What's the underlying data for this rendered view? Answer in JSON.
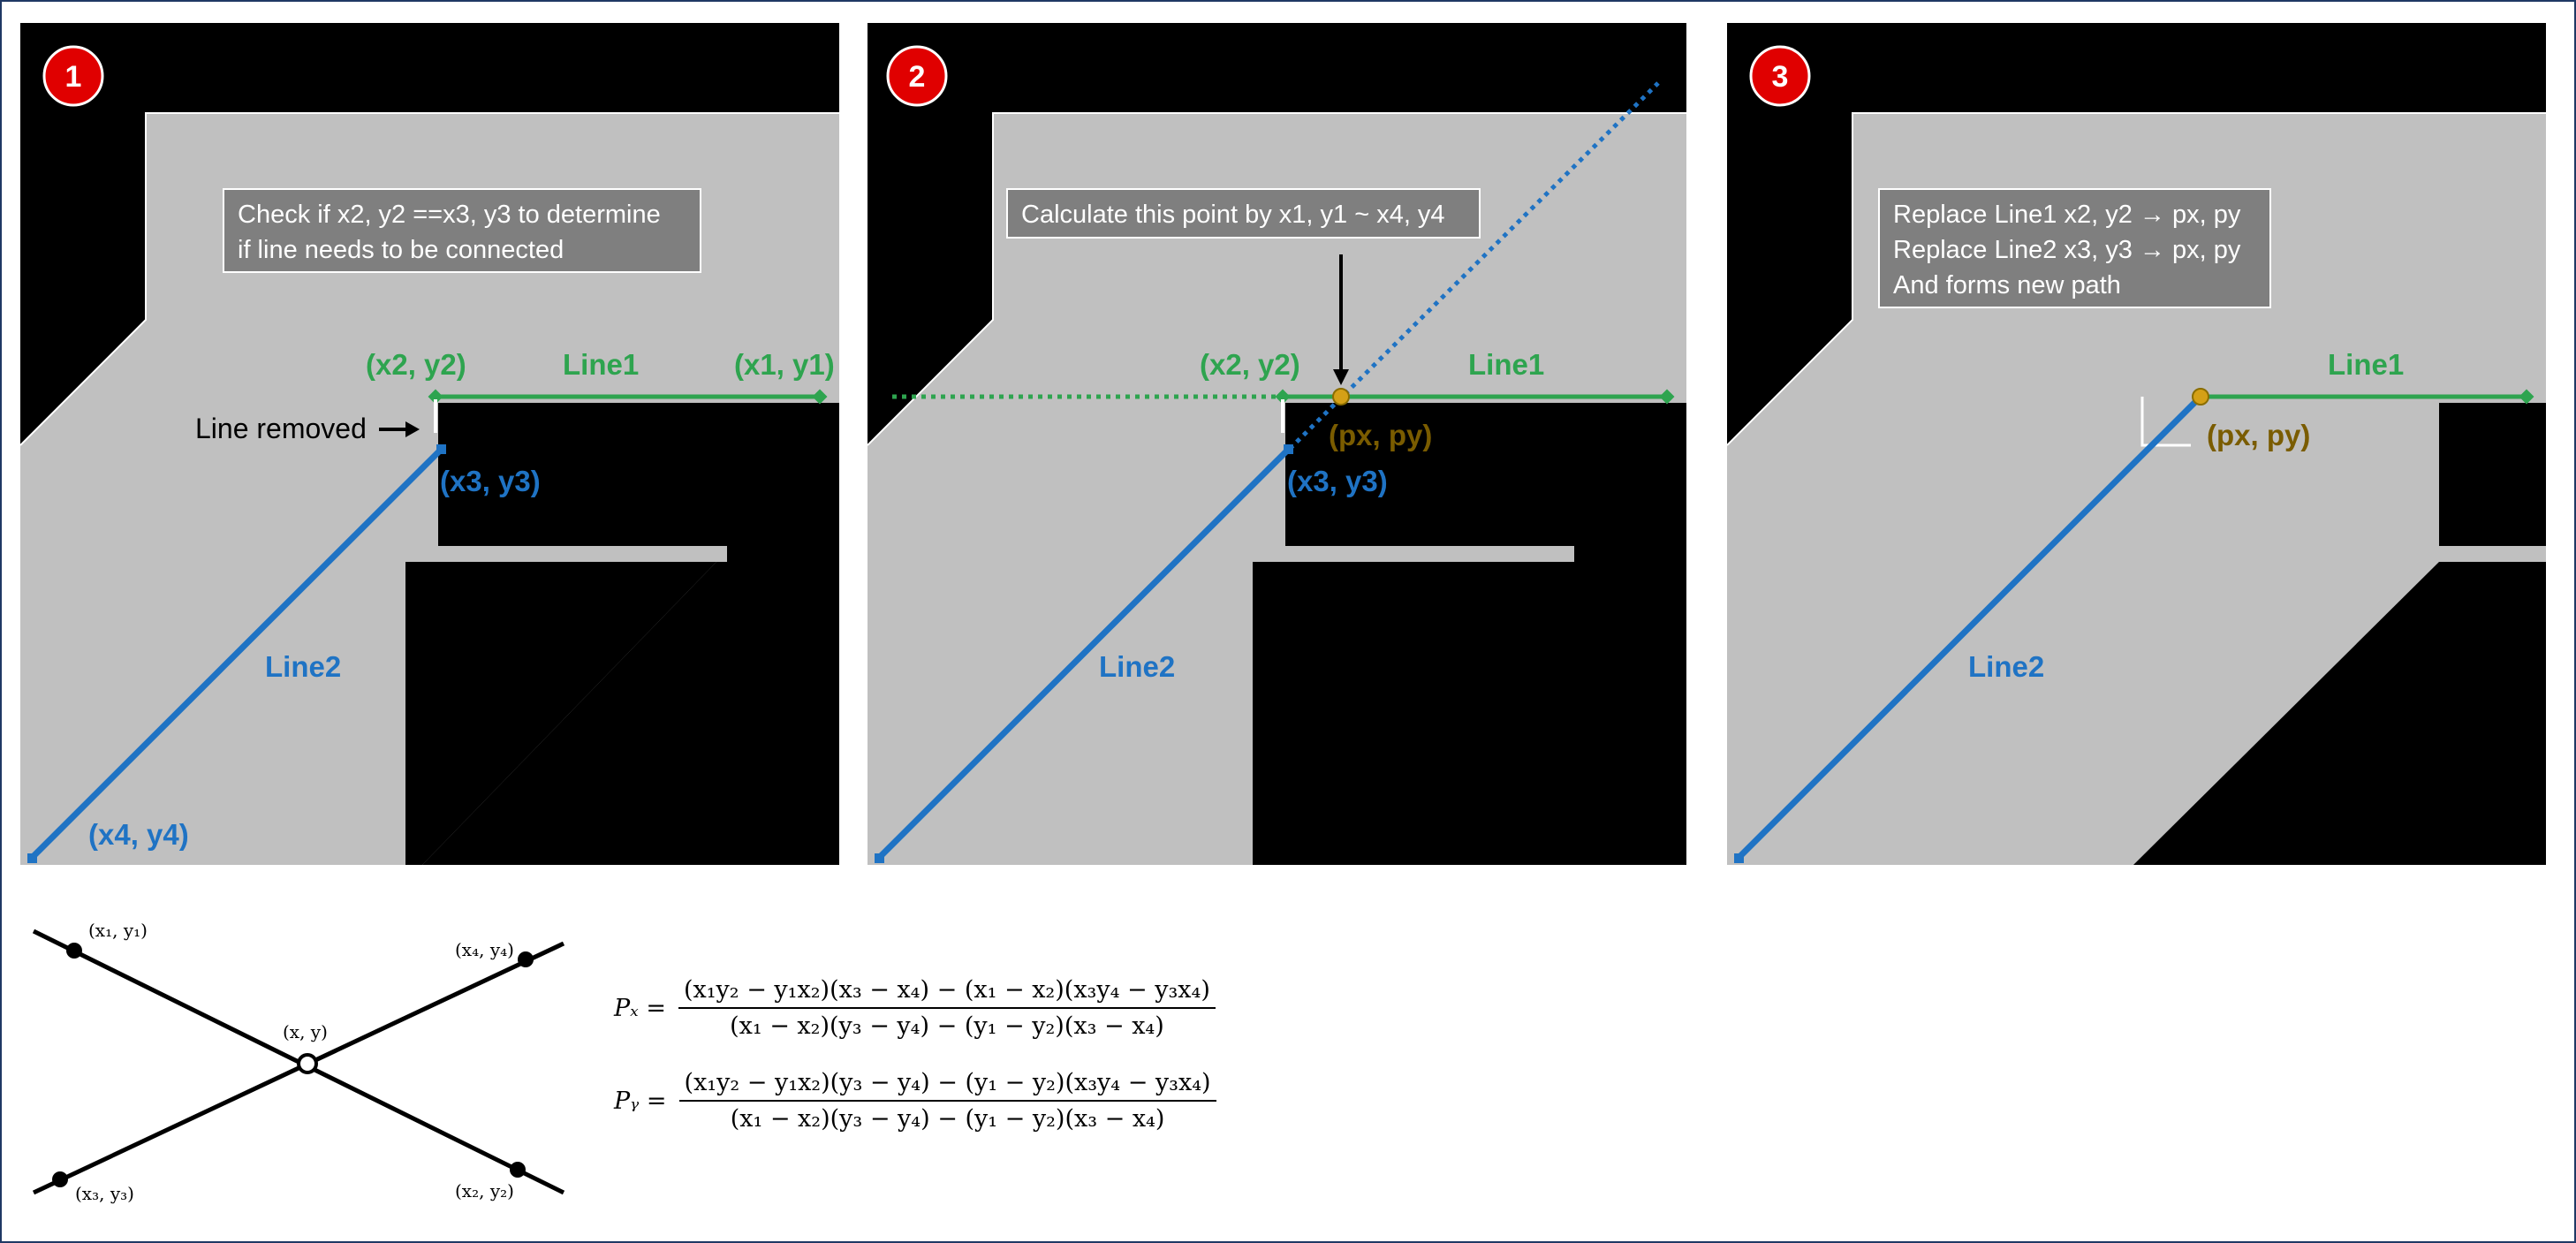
{
  "panels": [
    {
      "badge": "1",
      "note_lines": [
        "Check if x2, y2 ==x3, y3 to determine",
        "if line needs to be connected"
      ],
      "labels": {
        "x2y2": "(x2, y2)",
        "line1": "Line1",
        "x1y1": "(x1, y1)",
        "line_removed": "Line removed",
        "x3y3": "(x3, y3)",
        "line2": "Line2",
        "x4y4": "(x4, y4)"
      }
    },
    {
      "badge": "2",
      "note_lines": [
        "Calculate this point by x1, y1 ~ x4, y4"
      ],
      "labels": {
        "x2y2": "(x2, y2)",
        "line1": "Line1",
        "pxpy": "(px, py)",
        "x3y3": "(x3, y3)",
        "line2": "Line2"
      }
    },
    {
      "badge": "3",
      "note_lines": [
        "Replace Line1 x2, y2 → px, py",
        "Replace Line2 x3, y3 → px, py",
        "And forms new path"
      ],
      "labels": {
        "line1": "Line1",
        "pxpy": "(px, py)",
        "line2": "Line2"
      }
    }
  ],
  "intersection_diagram": {
    "p1": "(x₁, y₁)",
    "p2": "(x₂, y₂)",
    "p3": "(x₃, y₃)",
    "p4": "(x₄, y₄)",
    "center": "(x, y)"
  },
  "formulas": {
    "px": {
      "lhs": "Pₓ =",
      "numerator": "(x₁y₂ − y₁x₂)(x₃ − x₄) − (x₁ − x₂)(x₃y₄ − y₃x₄)",
      "denominator": "(x₁ − x₂)(y₃ − y₄) − (y₁ − y₂)(x₃ − x₄)"
    },
    "py": {
      "lhs": "Pᵧ =",
      "numerator": "(x₁y₂ − y₁x₂)(y₃ − y₄) − (y₁ − y₂)(x₃y₄ − y₃x₄)",
      "denominator": "(x₁ − x₂)(y₃ − y₄) − (y₁ − y₂)(x₃ − x₄)"
    }
  },
  "colors": {
    "line1": "#2ea44f",
    "line2": "#1f73c4",
    "point": "#d4a017",
    "point_label": "#7a5c00",
    "badge": "#e00000",
    "note_bg": "#7f7f7f",
    "road": "#c0c0c0",
    "background": "#000000",
    "frame": "#1f3864"
  }
}
